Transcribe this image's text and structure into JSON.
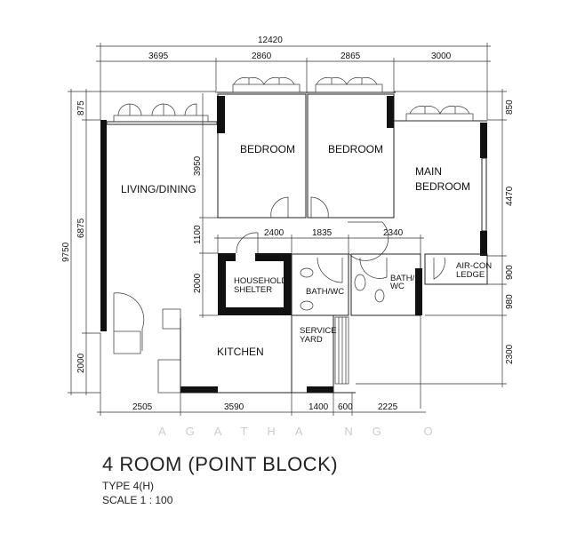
{
  "plan": {
    "title": "4 ROOM (POINT BLOCK)",
    "type": "TYPE 4(H)",
    "scale": "SCALE 1 : 100",
    "watermark": "AGATHA NG O"
  },
  "rooms": {
    "living_dining": "LIVING/DINING",
    "bedroom_1": "BEDROOM",
    "bedroom_2": "BEDROOM",
    "main_bedroom_1": "MAIN",
    "main_bedroom_2": "BEDROOM",
    "household_shelter_1": "HOUSEHOLD",
    "household_shelter_2": "SHELTER",
    "bath_wc_1": "BATH/WC",
    "bath_wc_2a": "BATH/",
    "bath_wc_2b": "WC",
    "aircon_1": "AIR-CON",
    "aircon_2": "LEDGE",
    "kitchen": "KITCHEN",
    "service_1": "SERVICE",
    "service_2": "YARD"
  },
  "dimensions": {
    "top_total": "12420",
    "top": [
      "3695",
      "2860",
      "2865",
      "3000"
    ],
    "left_total": "9750",
    "left": [
      "875",
      "6875",
      "2000"
    ],
    "right": [
      "850",
      "4470",
      "900",
      "980",
      "2300"
    ],
    "inner_vertical": [
      "3950",
      "1100",
      "2000"
    ],
    "inner_horizontal": [
      "2400",
      "1835",
      "2340"
    ],
    "bottom": [
      "2505",
      "3590",
      "1400",
      "600",
      "2225"
    ]
  }
}
